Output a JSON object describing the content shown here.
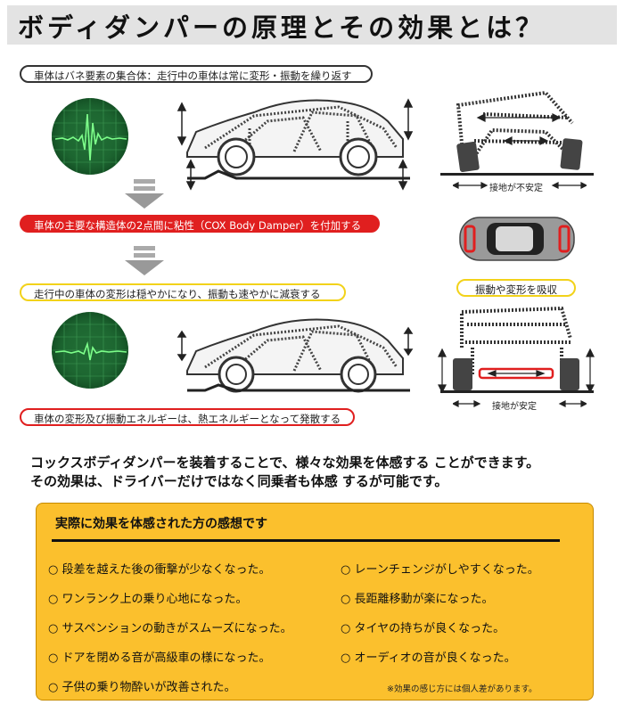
{
  "title": "ボディダンパーの原理とその効果とは？",
  "steps": {
    "step1": "車体はバネ要素の集合体：走行中の車体は常に変形・振動を繰り返す",
    "step2": "車体の主要な構造体の2点間に粘性（COX Body Damper）を付加する",
    "step3": "走行中の車体の変形は穏やかになり、振動も速やかに減衰する",
    "step4": "車体の変形及び振動エネルギーは、熱エネルギーとなって発散する"
  },
  "right_labels": {
    "unstable": "接地が不安定",
    "absorb": "振動や変形を吸収",
    "stable": "接地が安定"
  },
  "message": {
    "line1": "コックスボディダンパーを装着することで、様々な効果を体感する ことができます。",
    "line2": "その効果は、ドライバーだけではなく同乗者も体感 するが可能です。"
  },
  "impressions": {
    "title": "実際に効果を体感された方の感想です",
    "left": [
      "○ 段差を越えた後の衝撃が少なくなった。",
      "○ ワンランク上の乗り心地になった。",
      "○ サスペンションの動きがスムーズになった。",
      "○ ドアを閉める音が高級車の様になった。",
      "○ 子供の乗り物酔いが改善された。"
    ],
    "right": [
      "○ レーンチェンジがしやすくなった。",
      "○ 長距離移動が楽になった。",
      "○ タイヤの持ちが良くなった。",
      "○ オーディオの音が良くなった。"
    ],
    "note": "※効果の感じ方には個人差があります。"
  },
  "colors": {
    "red": "#e01f1f",
    "yellow": "#f2d21a",
    "panel": "#fbc02d",
    "scope_green": "#1f6a33"
  }
}
